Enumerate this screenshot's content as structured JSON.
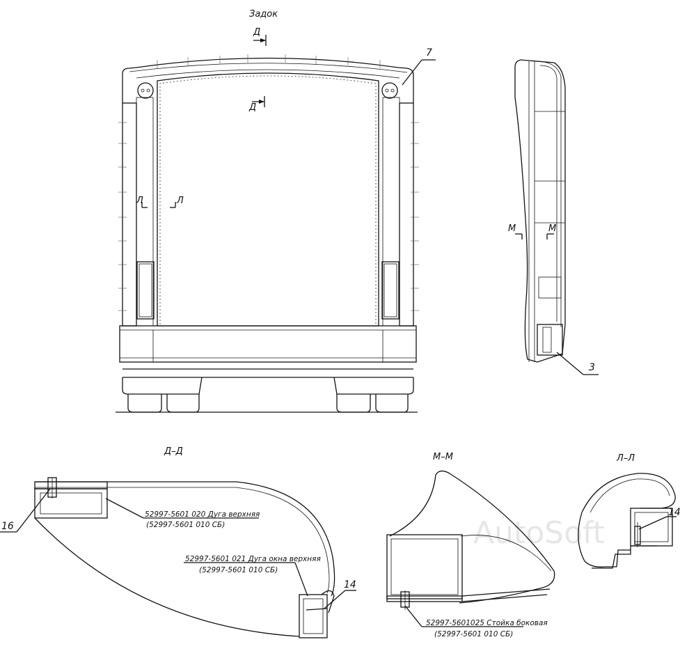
{
  "views": {
    "rear_title": "Задок",
    "section_d_arrow": "Д",
    "section_l_arrow": "Л",
    "section_m_arrow": "М"
  },
  "callouts": {
    "c7": "7",
    "c3": "3",
    "c16": "16",
    "c14a": "14",
    "c14b": "14"
  },
  "sections": {
    "dd": {
      "title": "Д–Д"
    },
    "mm": {
      "title": "М–М"
    },
    "ll": {
      "title": "Л–Л"
    }
  },
  "notes": {
    "dd_upper_1": "52997-5601 020 Дуга верхняя",
    "dd_upper_2": "(52997-5601 010 СБ)",
    "dd_window_1": "52997-5601 021 Дуга окна  верхняя",
    "dd_window_2": "(52997-5601 010 СБ)",
    "mm_post_1": "52997-5601025 Стойка боковая",
    "mm_post_2": "(52997-5601 010 СБ)"
  },
  "watermark": "AutoSoft"
}
